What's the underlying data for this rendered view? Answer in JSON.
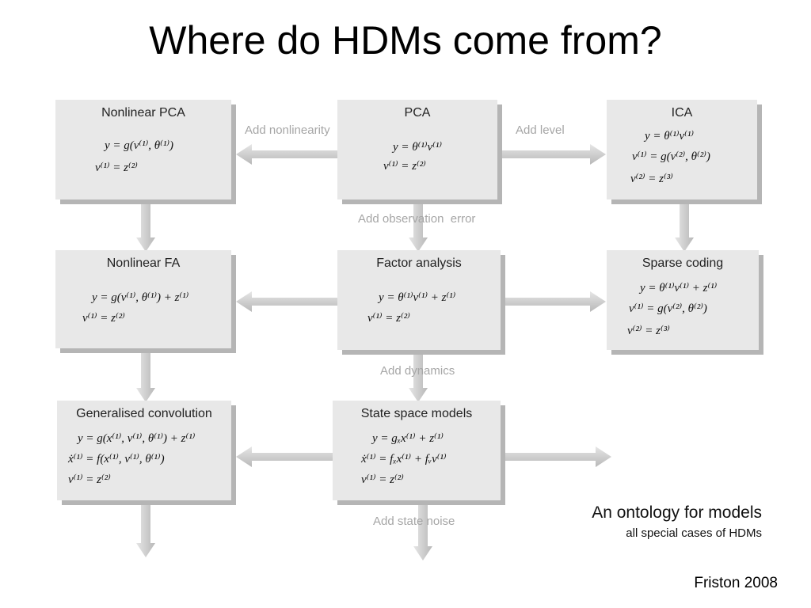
{
  "slide": {
    "title": "Where do HDMs come from?",
    "caption_title": "An ontology for models",
    "caption_subtitle": "all special cases of HDMs",
    "credit": "Friston 2008"
  },
  "boxes": {
    "nonlinear_pca": {
      "title": "Nonlinear PCA",
      "equations": [
        "y = g(v⁽¹⁾, θ⁽¹⁾)",
        "v⁽¹⁾ = z⁽²⁾"
      ]
    },
    "pca": {
      "title": "PCA",
      "equations": [
        "y = θ⁽¹⁾v⁽¹⁾",
        "v⁽¹⁾ = z⁽²⁾"
      ]
    },
    "ica": {
      "title": "ICA",
      "equations": [
        "y = θ⁽¹⁾v⁽¹⁾",
        "v⁽¹⁾ = g(v⁽²⁾, θ⁽²⁾)",
        "v⁽²⁾ = z⁽³⁾"
      ]
    },
    "nonlinear_fa": {
      "title": "Nonlinear FA",
      "equations": [
        "y = g(v⁽¹⁾, θ⁽¹⁾) + z⁽¹⁾",
        "v⁽¹⁾ = z⁽²⁾"
      ]
    },
    "factor_analysis": {
      "title": "Factor analysis",
      "equations": [
        "y = θ⁽¹⁾v⁽¹⁾ + z⁽¹⁾",
        "v⁽¹⁾ = z⁽²⁾"
      ]
    },
    "sparse_coding": {
      "title": "Sparse coding",
      "equations": [
        "y = θ⁽¹⁾v⁽¹⁾ + z⁽¹⁾",
        "v⁽¹⁾ = g(v⁽²⁾, θ⁽²⁾)",
        "v⁽²⁾ = z⁽³⁾"
      ]
    },
    "generalised_convolution": {
      "title": "Generalised convolution",
      "equations": [
        "y = g(x⁽¹⁾, v⁽¹⁾, θ⁽¹⁾) + z⁽¹⁾",
        "ẋ⁽¹⁾ = f(x⁽¹⁾, v⁽¹⁾, θ⁽¹⁾)",
        "v⁽¹⁾ = z⁽²⁾"
      ]
    },
    "state_space": {
      "title": "State space models",
      "equations": [
        "y = gₓx⁽¹⁾ + z⁽¹⁾",
        "ẋ⁽¹⁾ = fₓx⁽¹⁾ + fᵥv⁽¹⁾",
        "v⁽¹⁾ = z⁽²⁾"
      ]
    }
  },
  "arrow_labels": {
    "add_nonlinearity": "Add nonlinearity",
    "add_level": "Add level",
    "add_observation_error": "Add observation  error",
    "add_dynamics": "Add dynamics",
    "add_state_noise": "Add state noise"
  },
  "colors": {
    "box_fill": "#e8e8e8",
    "box_shadow": "#b5b5b5",
    "arrow_fill": "#d6d6d6",
    "arrow_shadow": "#a9a9a9",
    "label_text": "#a6a6a6"
  }
}
